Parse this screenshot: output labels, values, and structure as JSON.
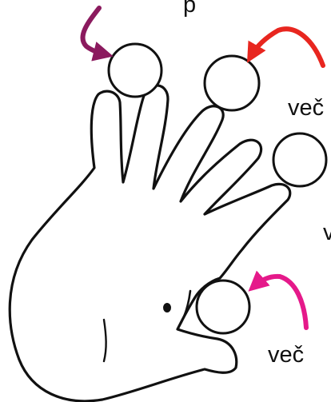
{
  "labels": {
    "top_cut": "p",
    "right_upper": "več",
    "right_middle": "v",
    "right_lower": "več"
  },
  "colors": {
    "background": "#ffffff",
    "outline": "#111111",
    "arrow_left": "#8b1a5e",
    "arrow_top_right": "#e8261f",
    "arrow_bottom_right": "#e5198a"
  },
  "icons": {
    "hand": "hand-outline-icon",
    "circle": "fingertip-circle-icon",
    "arrow": "curved-arrow-icon"
  }
}
